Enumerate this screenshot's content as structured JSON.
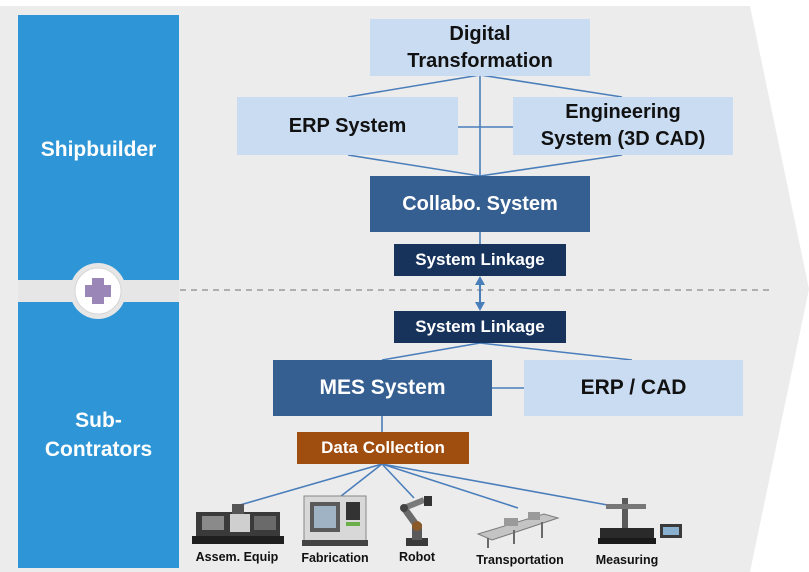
{
  "sidebar": {
    "top_label": "Shipbuilder",
    "bottom_label": "Sub-\nContrators",
    "plus_icon": "plus-icon"
  },
  "shipbuilder": {
    "digital_transformation": "Digital\nTransformation",
    "erp_system": "ERP System",
    "engineering_system": "Engineering\nSystem (3D CAD)",
    "collabo_system": "Collabo. System",
    "system_linkage": "System Linkage"
  },
  "subcontractor": {
    "system_linkage": "System Linkage",
    "mes_system": "MES System",
    "erp_cad": "ERP / CAD",
    "data_collection": "Data Collection"
  },
  "equipment": [
    {
      "label": "Assem. Equip",
      "icon": "assembly-equipment-icon"
    },
    {
      "label": "Fabrication",
      "icon": "fabrication-machine-icon"
    },
    {
      "label": "Robot",
      "icon": "robot-arm-icon"
    },
    {
      "label": "Transportation",
      "icon": "conveyor-icon"
    },
    {
      "label": "Measuring",
      "icon": "measuring-machine-icon"
    }
  ],
  "colors": {
    "sidebar": "#2e96d6",
    "light_box": "#c9dcf2",
    "mid_box": "#365f91",
    "dark_box": "#17335c",
    "data_collection": "#a04d10",
    "background_arrow": "#ececec",
    "divider_plus": "#9b86b8"
  }
}
